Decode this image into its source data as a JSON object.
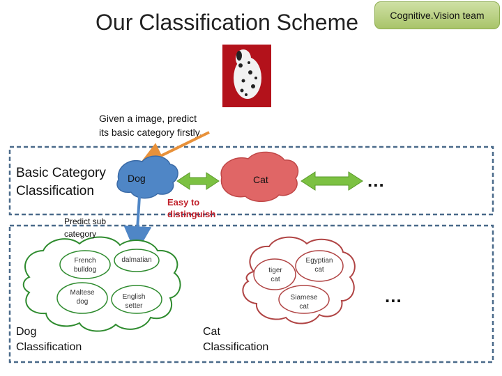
{
  "title": "Our Classification Scheme",
  "team": "Cognitive.Vision team",
  "caption": {
    "line1": "Given a image, predict",
    "line2": "its basic category firstly."
  },
  "basic": {
    "line1": "Basic Category",
    "line2": "Classification"
  },
  "nodes": {
    "dog": "Dog",
    "cat": "Cat"
  },
  "easy": {
    "line1": "Easy to",
    "line2": "distinguish"
  },
  "predict": {
    "line1": "Predict sub",
    "line2": "category"
  },
  "dog_breeds": {
    "french": {
      "line1": "French",
      "line2": "bulldog"
    },
    "dalmatian": "dalmatian",
    "maltese": {
      "line1": "Maltese",
      "line2": "dog"
    },
    "english": {
      "line1": "English",
      "line2": "setter"
    }
  },
  "cat_breeds": {
    "tiger": {
      "line1": "tiger",
      "line2": "cat"
    },
    "egyptian": {
      "line1": "Egyptian",
      "line2": "cat"
    },
    "siamese": {
      "line1": "Siamese",
      "line2": "cat"
    }
  },
  "dog_class": {
    "line1": "Dog",
    "line2": "Classification"
  },
  "cat_class": {
    "line1": "Cat",
    "line2": "Classification"
  },
  "ellipsis": "...",
  "colors": {
    "dog_cloud": "#4f86c6",
    "cat_cloud": "#e06666",
    "arrow_orange": "#e8913a",
    "arrow_green": "#7cc142",
    "dashed_box": "#4a6a8a",
    "easy_text": "#c0202a"
  }
}
